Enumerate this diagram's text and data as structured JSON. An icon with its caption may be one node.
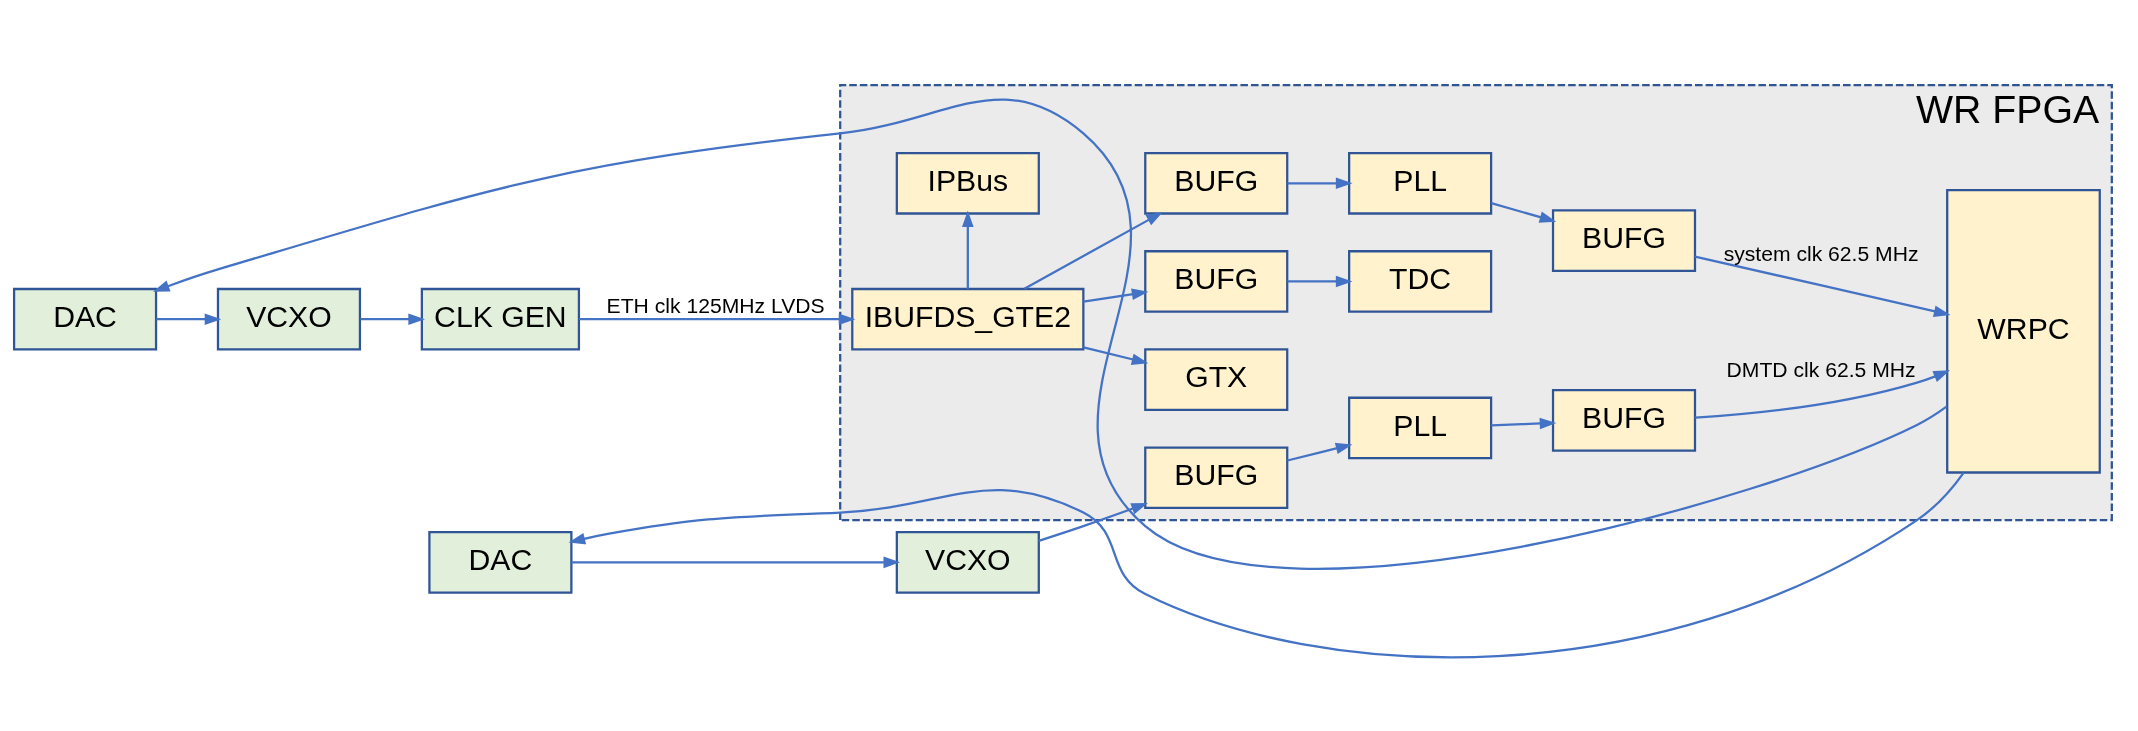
{
  "diagram": {
    "nodes": [
      {
        "text": [
          "WR FPGA"
        ]
      },
      {
        "text": [
          "DAC"
        ]
      },
      {
        "text": [
          "VCXO"
        ]
      },
      {
        "text": [
          "CLK GEN"
        ]
      },
      {
        "text": [
          "DAC"
        ]
      },
      {
        "text": [
          "VCXO"
        ]
      },
      {
        "text": [
          "IPBus"
        ],
        "in": 0
      },
      {
        "text": [
          "IBUFDS_GTE2"
        ],
        "in": 0
      },
      {
        "text": [
          "GTX"
        ],
        "in": 0
      },
      {
        "text": [
          "BUFG"
        ],
        "in": 0
      },
      {
        "text": [
          "TDC"
        ],
        "in": 0
      },
      {
        "text": [
          "BUFG"
        ],
        "in": 0
      },
      {
        "text": [
          "PLL"
        ],
        "in": 0
      },
      {
        "text": [
          "BUFG"
        ],
        "in": 0
      },
      {
        "text": [
          "BUFG"
        ],
        "in": 0
      },
      {
        "text": [
          "PLL"
        ],
        "in": 0
      },
      {
        "text": [
          "BUFG"
        ],
        "in": 0
      },
      {
        "text": [
          "WRPC"
        ],
        "in": 0
      }
    ],
    "edges": [
      {
        "from": 1,
        "to": 2,
        "arrow": "to"
      },
      {
        "from": 2,
        "to": 3,
        "arrow": "to"
      },
      {
        "from": 3,
        "to": 7,
        "arrow": "to",
        "label": "ETH clk 125MHz LVDS"
      },
      {
        "from": 4,
        "to": 5,
        "arrow": "to"
      },
      {
        "from": 7,
        "to": 6,
        "arrow": "to"
      },
      {
        "from": 7,
        "to": 8,
        "arrow": "to"
      },
      {
        "from": 7,
        "to": 9,
        "arrow": "to"
      },
      {
        "from": 7,
        "to": 11,
        "arrow": "to"
      },
      {
        "from": 9,
        "to": 10,
        "arrow": "to"
      },
      {
        "from": 11,
        "to": 12,
        "arrow": "to"
      },
      {
        "from": 12,
        "to": 13,
        "arrow": "to"
      },
      {
        "from": 13,
        "to": 17,
        "arrow": "to",
        "label": "system clk 62.5 MHz"
      },
      {
        "from": 5,
        "to": 14,
        "arrow": "to"
      },
      {
        "from": 14,
        "to": 15,
        "arrow": "to"
      },
      {
        "from": 15,
        "to": 16,
        "arrow": "to"
      },
      {
        "from": 16,
        "to": 17,
        "arrow": "to",
        "label": "DMTD clk 62.5 MHz"
      },
      {
        "from": 17,
        "to": 1,
        "arrow": "to"
      },
      {
        "from": 17,
        "to": 4,
        "arrow": "to"
      }
    ]
  }
}
